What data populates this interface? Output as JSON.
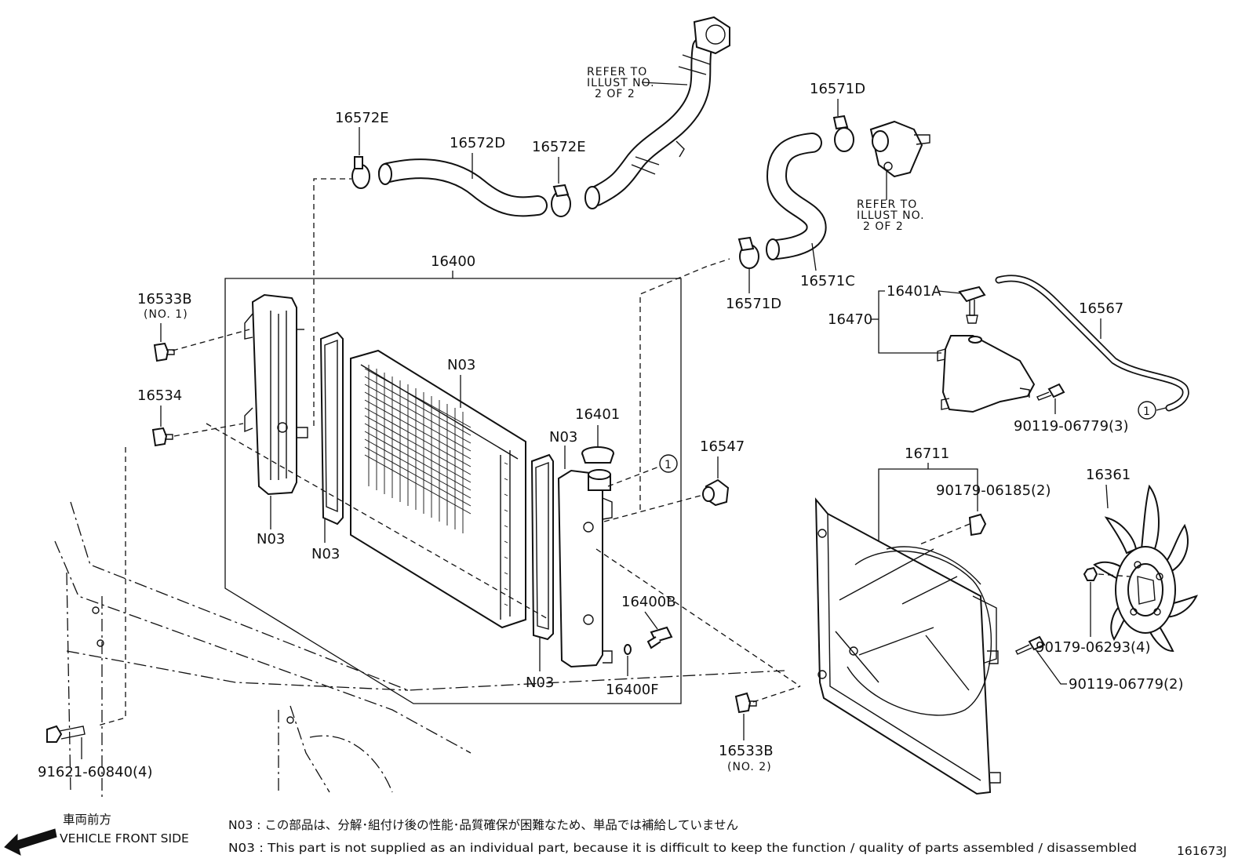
{
  "refer_1": [
    "REFER TO",
    "ILLUST NO.",
    "2 OF 2"
  ],
  "refer_2": [
    "REFER TO",
    "ILLUST NO.",
    "2 OF 2"
  ],
  "labels": {
    "p16572E_a": "16572E",
    "p16572D": "16572D",
    "p16572E_b": "16572E",
    "p16571D_a": "16571D",
    "p16571C": "16571C",
    "p16571D_b": "16571D",
    "p16400": "16400",
    "p16401A": "16401A",
    "p16470": "16470",
    "p16567": "16567",
    "p16533B_a": "16533B",
    "no1": "(NO. 1)",
    "p16534": "16534",
    "n03_core": "N03",
    "p16401": "16401",
    "n03_right": "N03",
    "p16547": "16547",
    "p90119_3": "90119-06779(3)",
    "p16711": "16711",
    "p90179_06185": "90179-06185(2)",
    "p16361": "16361",
    "n03_left_tank": "N03",
    "n03_left_gasket": "N03",
    "p16400B": "16400B",
    "n03_bottom": "N03",
    "p16400F": "16400F",
    "p90179_06293": "90179-06293(4)",
    "p90119_2": "90119-06779(2)",
    "p16533B_b": "16533B",
    "no2": "(NO. 2)",
    "p91621": "91621-60840(4)",
    "circle_1a": "1",
    "circle_1b": "1"
  },
  "footer": {
    "front_jp": "車両前方",
    "front_en": "VEHICLE FRONT SIDE",
    "note_jp": "N03 : この部品は、分解･組付け後の性能･品質確保が困難なため、単品では補給していません",
    "note_en": "N03 : This part is not supplied as an individual part, because it is difficult to keep the function / quality of parts assembled / disassembled",
    "code": "161673J"
  },
  "icons": [
    "front-arrow-icon"
  ]
}
